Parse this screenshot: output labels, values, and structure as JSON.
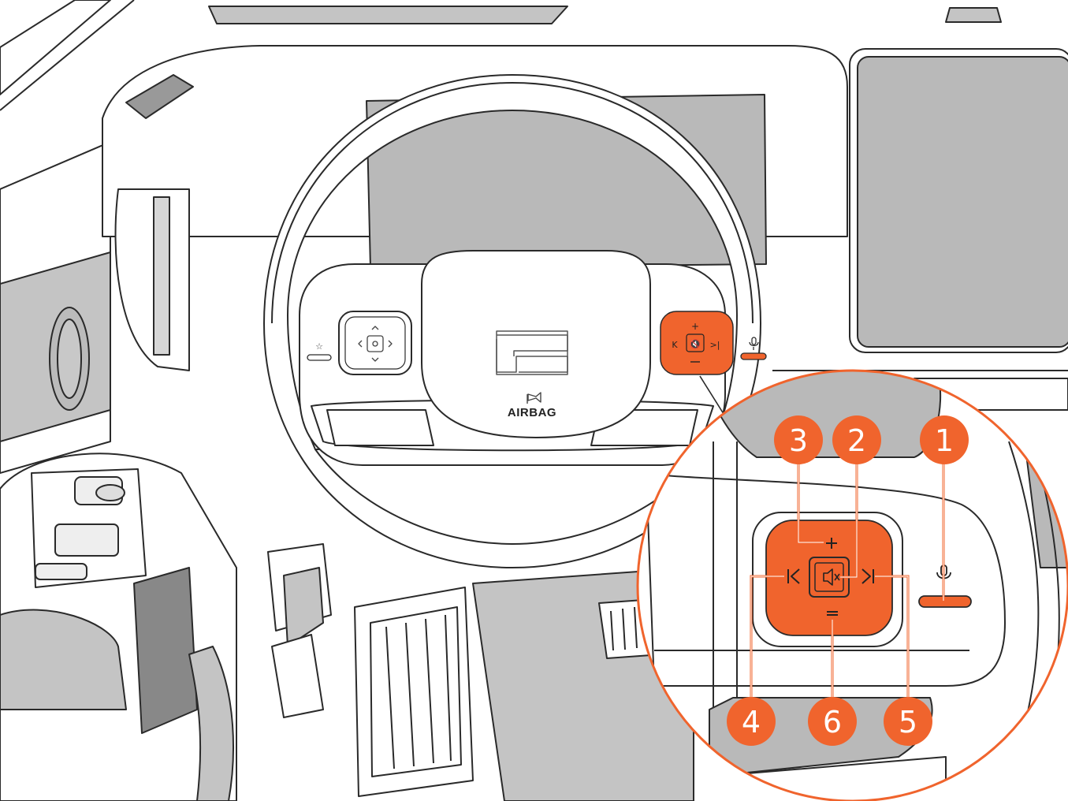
{
  "illustration": {
    "airbag_label": "AIRBAG",
    "accent_color": "#f0642d",
    "line_color": "#2a2a2a",
    "panel_gray": "#b9b9b9",
    "icons": {
      "left_pad_star": "star-icon",
      "left_pad_nav": "directional-pad-icon",
      "right_pad_plus": "volume-up-icon",
      "right_pad_minus": "volume-down-icon",
      "right_pad_prev": "previous-track-icon",
      "right_pad_next": "next-track-icon",
      "right_pad_mute": "mute-icon",
      "right_voice": "microphone-icon",
      "horn": "horn-icon",
      "brand": "brand-logo-icon"
    }
  },
  "callouts": [
    {
      "number": "1"
    },
    {
      "number": "2"
    },
    {
      "number": "3"
    },
    {
      "number": "4"
    },
    {
      "number": "5"
    },
    {
      "number": "6"
    }
  ]
}
